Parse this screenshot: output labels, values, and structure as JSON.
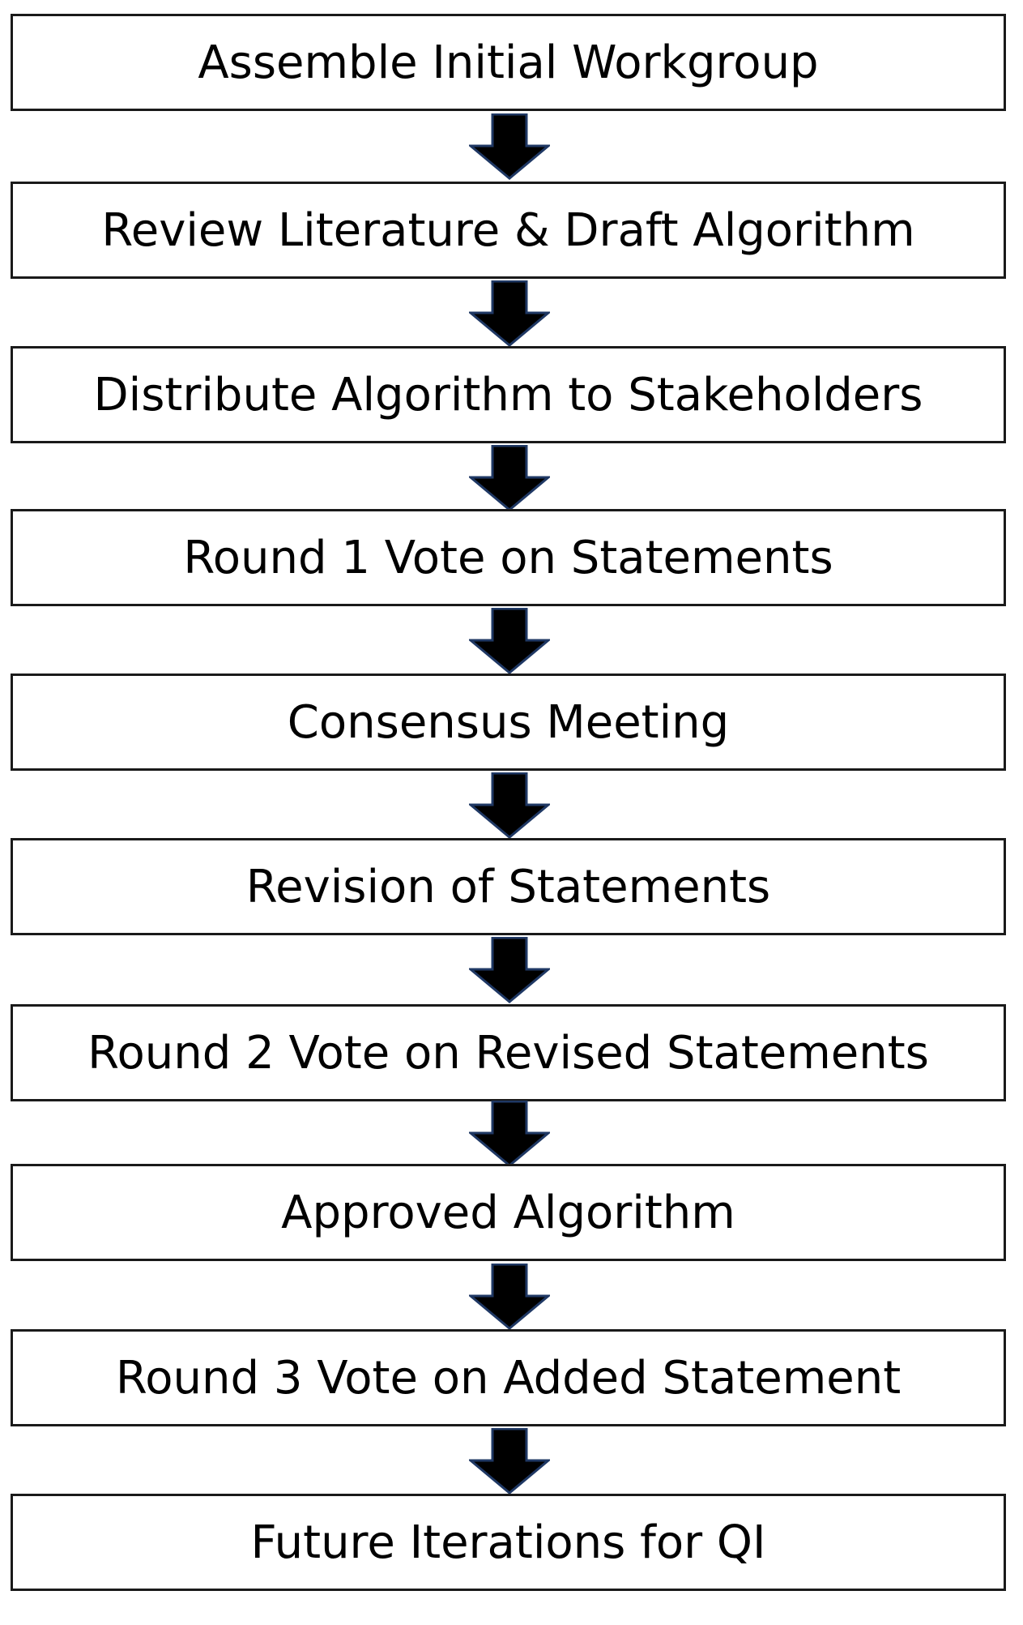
{
  "flowchart": {
    "steps": [
      {
        "label": "Assemble Initial Workgroup"
      },
      {
        "label": "Review Literature & Draft Algorithm"
      },
      {
        "label": "Distribute Algorithm to Stakeholders"
      },
      {
        "label": "Round 1 Vote on Statements"
      },
      {
        "label": "Consensus Meeting"
      },
      {
        "label": "Revision of Statements"
      },
      {
        "label": "Round 2 Vote on Revised Statements"
      },
      {
        "label": "Approved Algorithm"
      },
      {
        "label": "Round 3 Vote on Added Statement"
      },
      {
        "label": "Future Iterations for QI"
      }
    ],
    "arrow_icon": "down-arrow-icon",
    "colors": {
      "box_border": "#1a1a1a",
      "arrow_fill": "#000000",
      "arrow_outline": "#1f3864"
    }
  }
}
